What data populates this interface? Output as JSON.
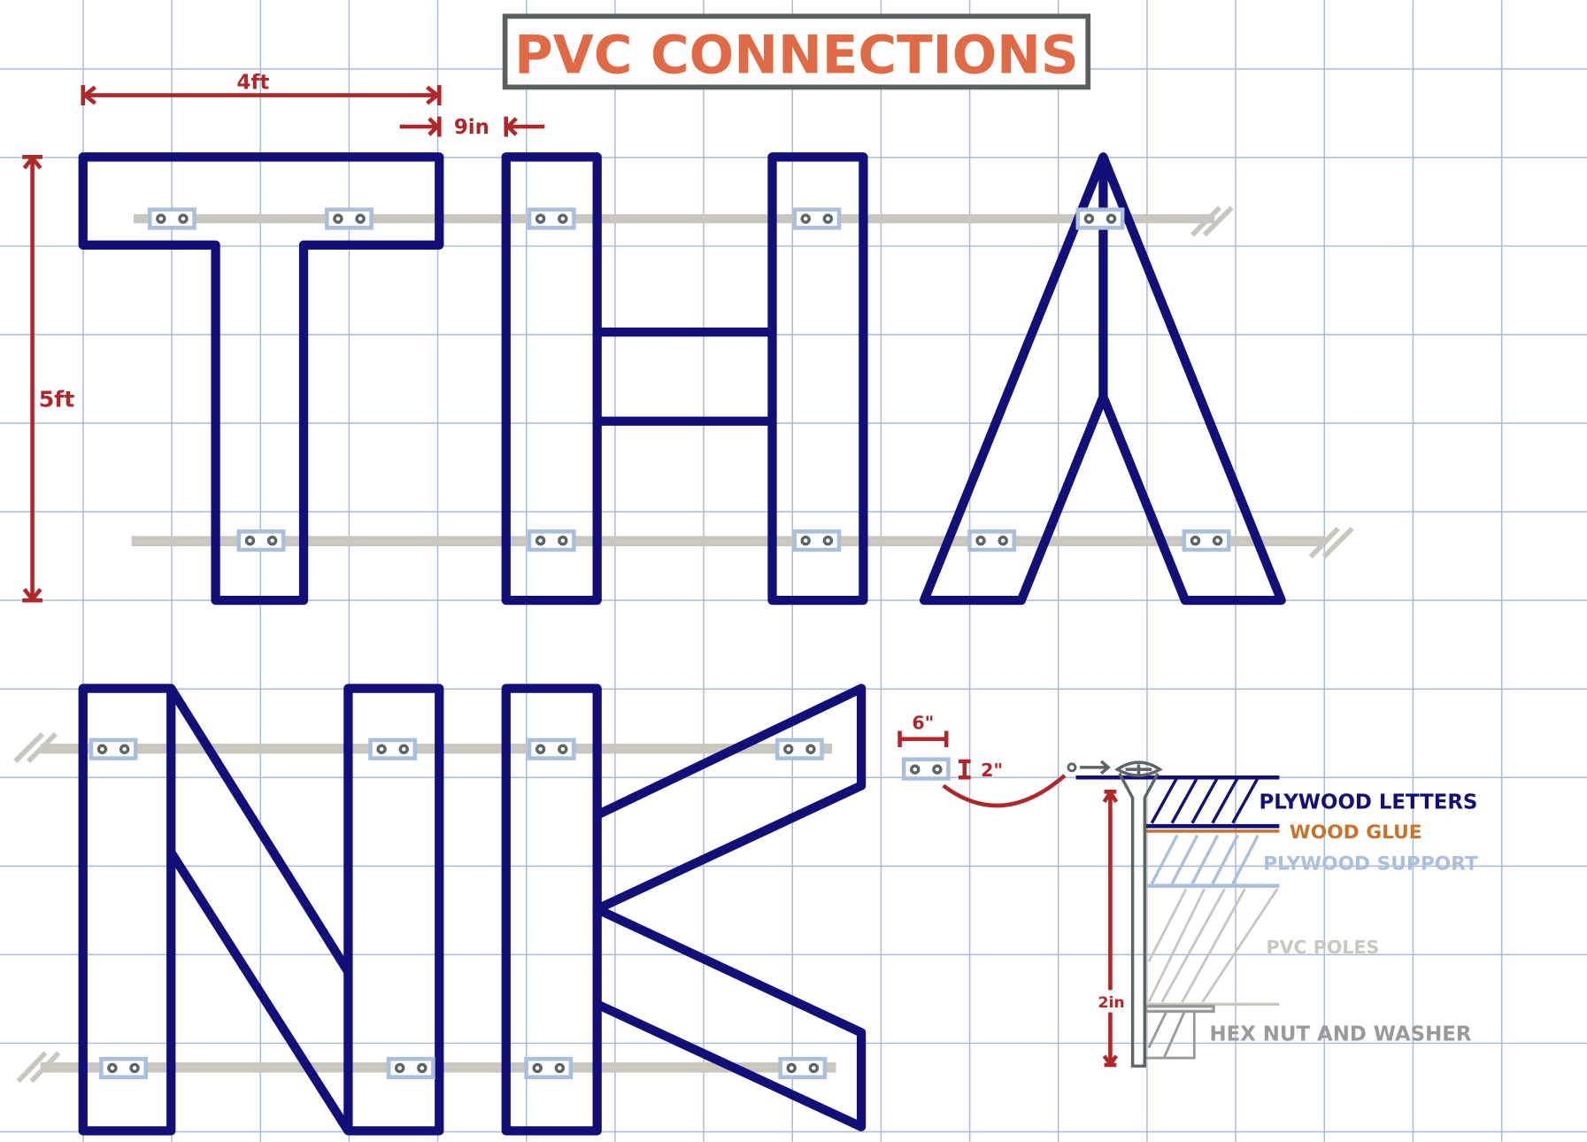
{
  "title": "PVC CONNECTIONS",
  "dimensions": {
    "width": "4ft",
    "gap": "9in",
    "height": "5ft",
    "bracket_width": "6\"",
    "bracket_height": "2\"",
    "bolt_length": "2in"
  },
  "letters": [
    "T",
    "H",
    "A",
    "N",
    "K"
  ],
  "legend": [
    {
      "label": "PLYWOOD LETTERS",
      "color": "#120f78"
    },
    {
      "label": "WOOD GLUE",
      "color": "#c8722c"
    },
    {
      "label": "PLYWOOD SUPPORT",
      "color": "#a9bfdc"
    },
    {
      "label": "PVC POLES",
      "color": "#c9c6c0"
    },
    {
      "label": "HEX NUT AND WASHER",
      "color": "#9a9a9a"
    }
  ],
  "colors": {
    "title": "#e06a45",
    "dimension": "#b0272a",
    "grid": "#a9b9dc",
    "bracket": "#a9bfdc",
    "bolt": "#5b6466"
  }
}
